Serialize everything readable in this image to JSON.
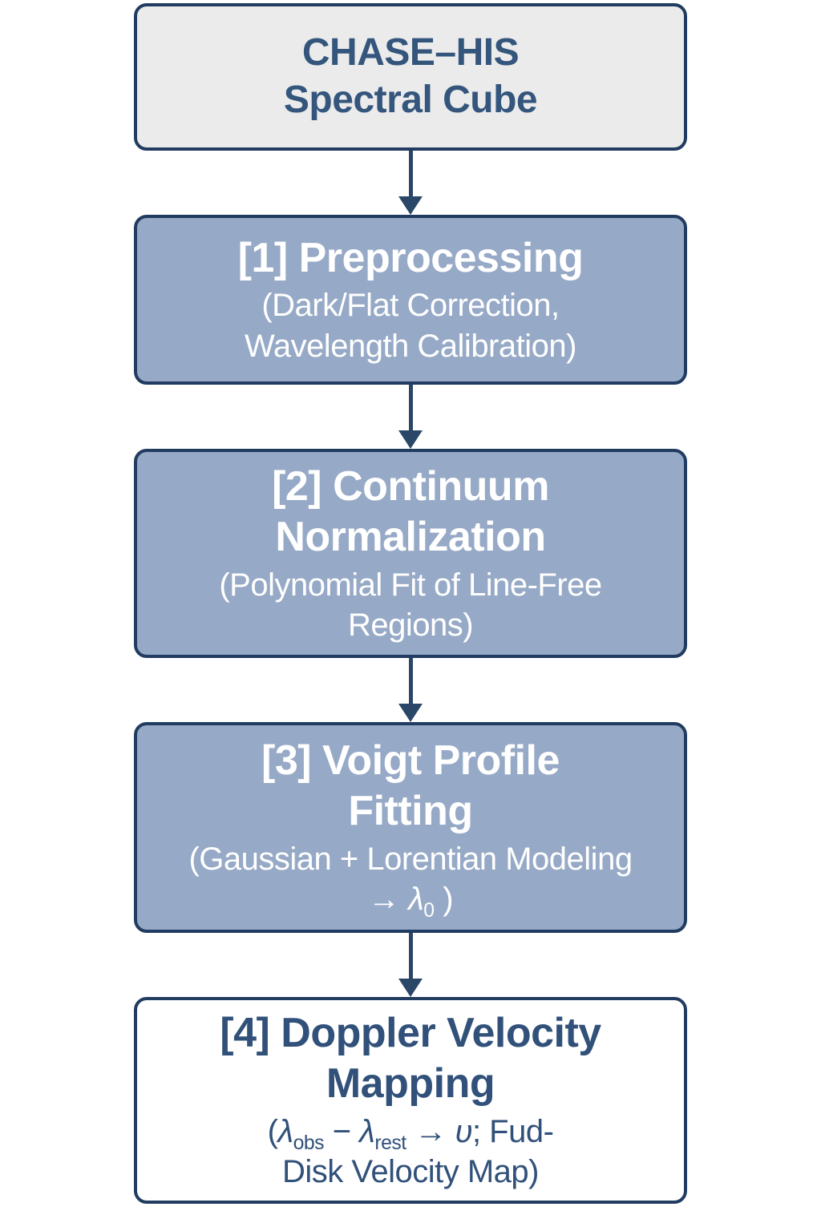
{
  "flowchart": {
    "description": "CHASE-HIS spectral cube processing pipeline",
    "colors": {
      "background": "#ffffff",
      "box_fill_blue": "#96a9c6",
      "box_fill_gray": "#ebebeb",
      "box_fill_white": "#ffffff",
      "border_navy": "#213c60",
      "text_navy": "#34567d",
      "text_white": "#ffffff",
      "arrow_navy": "#2b4767"
    },
    "nodes": [
      {
        "id": "spectral-cube",
        "style": "gray",
        "title_lines": [
          "CHASE–HIS",
          "Spectral Cube"
        ],
        "subtitle": []
      },
      {
        "id": "preprocessing",
        "style": "blue",
        "title_lines": [
          "[1] Preprocessing"
        ],
        "subtitle": [
          {
            "t": "(Dark/Flat Correction,"
          },
          {
            "br": true
          },
          {
            "t": "Wavelength Calibration)"
          }
        ]
      },
      {
        "id": "continuum-normalization",
        "style": "blue",
        "title_lines": [
          "[2] Continuum",
          "Normalization"
        ],
        "subtitle": [
          {
            "t": "(Polynomial Fit of Line-Free"
          },
          {
            "br": true
          },
          {
            "t": "Regions)"
          }
        ]
      },
      {
        "id": "voigt-profile-fitting",
        "style": "blue",
        "title_lines": [
          "[3] Voigt Profile",
          "Fitting"
        ],
        "subtitle": [
          {
            "t": "(Gaussian + Lorentian Modeling"
          },
          {
            "br": true
          },
          {
            "t": "→ "
          },
          {
            "t": "λ",
            "it": true
          },
          {
            "t": "0",
            "sub": true
          },
          {
            "t": " )"
          }
        ]
      },
      {
        "id": "doppler-velocity-mapping",
        "style": "white",
        "title_lines": [
          "[4] Doppler Velocity",
          "Mapping"
        ],
        "subtitle": [
          {
            "t": "("
          },
          {
            "t": "λ",
            "it": true
          },
          {
            "t": "obs",
            "sub": true
          },
          {
            "t": " − "
          },
          {
            "t": "λ",
            "it": true
          },
          {
            "t": "rest",
            "sub": true
          },
          {
            "t": " → "
          },
          {
            "t": "υ",
            "it": true
          },
          {
            "t": "; Fud-"
          },
          {
            "br": true
          },
          {
            "t": "Disk Velocity Map)"
          }
        ]
      }
    ]
  }
}
